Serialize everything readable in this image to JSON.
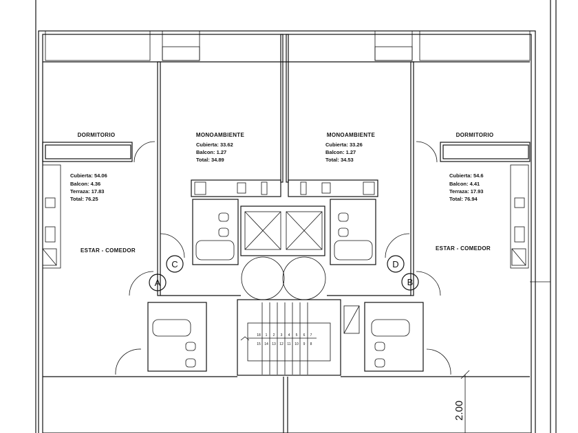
{
  "units": [
    {
      "room_top": "DORMITORIO",
      "room_bottom": "ESTAR - COMEDOR",
      "areas": [
        "Cubierta: 54.06",
        "Balcon: 4.36",
        "Terraza: 17.83",
        "Total: 76.25"
      ],
      "marker": "A"
    },
    {
      "room_top": "MONOAMBIENTE",
      "areas": [
        "Cubierta: 33.62",
        "Balcon: 1.27",
        "Total: 34.89"
      ],
      "marker": "C"
    },
    {
      "room_top": "MONOAMBIENTE",
      "areas": [
        "Cubierta: 33.26",
        "Balcon: 1.27",
        "Total: 34.53"
      ],
      "marker": "D"
    },
    {
      "room_top": "DORMITORIO",
      "room_bottom": "ESTAR - COMEDOR",
      "areas": [
        "Cubierta: 54.6",
        "Balcon: 4.41",
        "Terraza: 17.93",
        "Total: 76.94"
      ],
      "marker": "B"
    }
  ],
  "stairs": {
    "top_row": [
      "18",
      "1",
      "2",
      "3",
      "4",
      "5",
      "6",
      "7"
    ],
    "bottom_row": [
      "15",
      "14",
      "13",
      "12",
      "11",
      "10",
      "9",
      "8"
    ]
  },
  "dimension": "2.00"
}
